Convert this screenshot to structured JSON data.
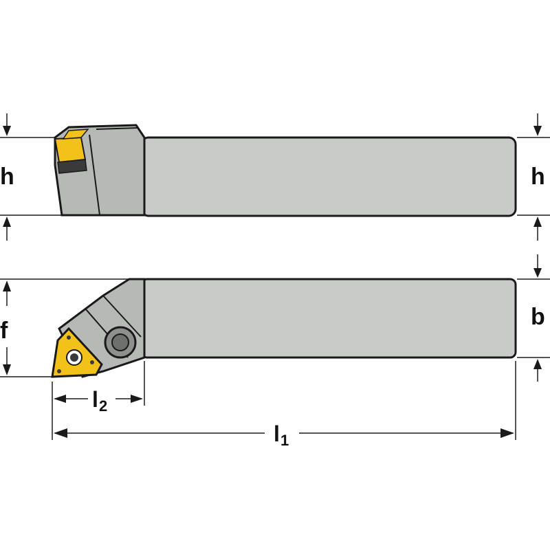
{
  "colors": {
    "body_fill": "#c9cbc9",
    "body_stroke": "#1a1a1a",
    "head_fill": "#b7b9b7",
    "insert_fill": "#f2c21b",
    "insert_dark": "#3a3a3a",
    "screw_fill": "#8e908e",
    "dimension_line": "#1a1a1a"
  },
  "dimensions": {
    "h_left": "h",
    "h_right": "h",
    "b": "b",
    "f": "f",
    "l2_main": "l",
    "l2_sub": "2",
    "l1_main": "l",
    "l1_sub": "1"
  }
}
